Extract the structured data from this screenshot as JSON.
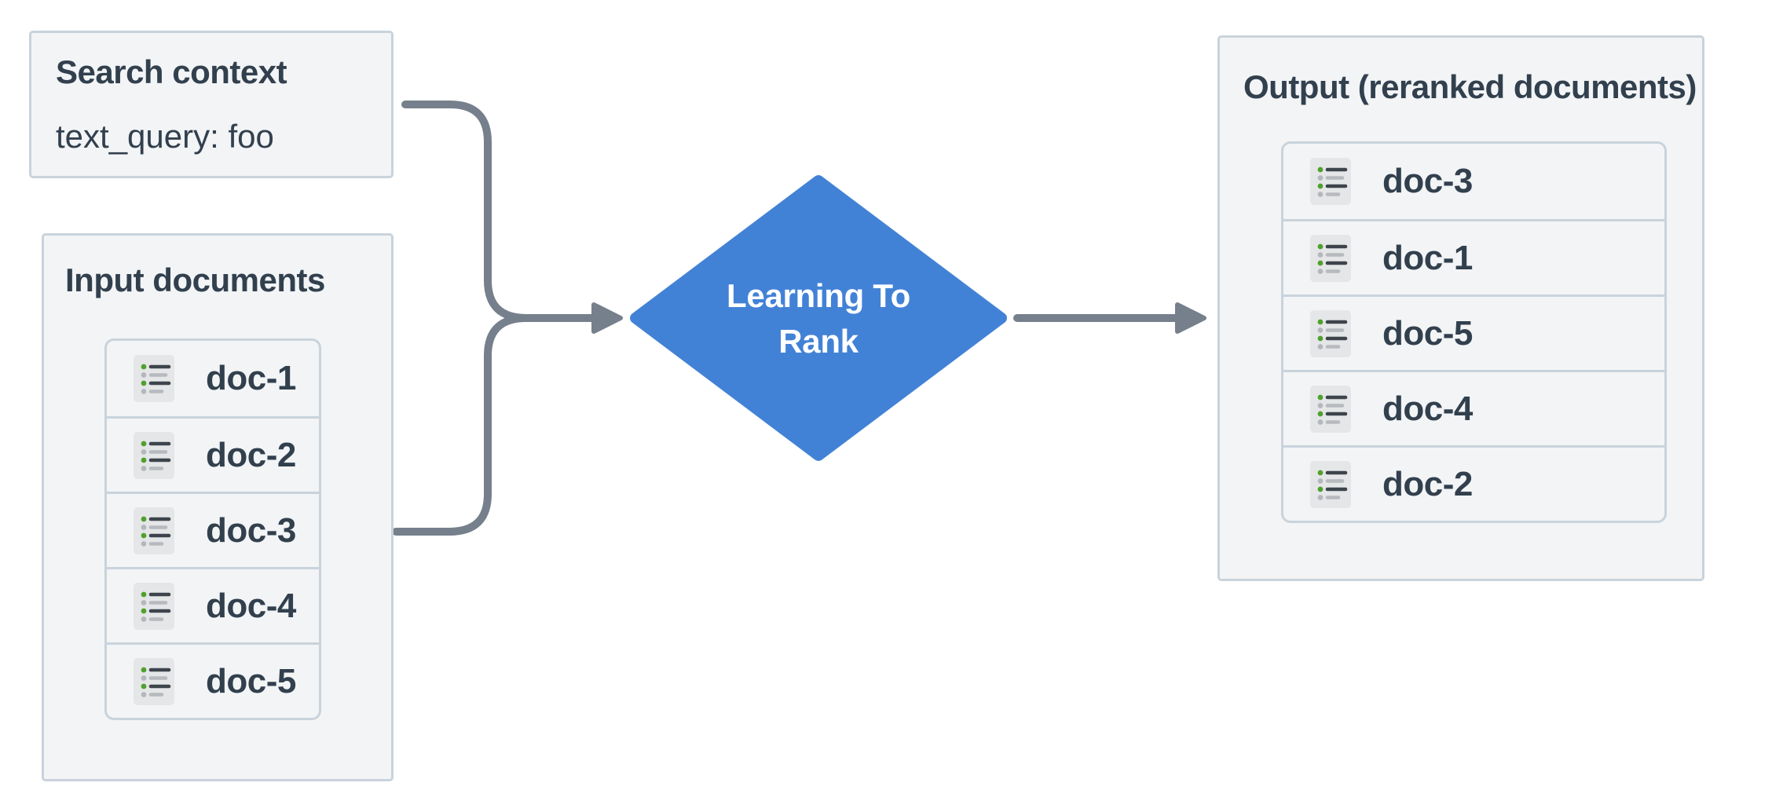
{
  "search_context": {
    "title": "Search context",
    "query": "text_query: foo"
  },
  "input_documents": {
    "title": "Input documents",
    "items": [
      "doc-1",
      "doc-2",
      "doc-3",
      "doc-4",
      "doc-5"
    ]
  },
  "processor": {
    "label_line1": "Learning To",
    "label_line2": "Rank"
  },
  "output": {
    "title": "Output (reranked documents)",
    "items": [
      "doc-3",
      "doc-1",
      "doc-5",
      "doc-4",
      "doc-2"
    ]
  },
  "colors": {
    "diamond_blue": "#4282d6",
    "arrow_gray": "#76808c",
    "box_background": "#f2f4f6",
    "box_border": "#c9d3dc",
    "text_dark": "#32404e",
    "icon_background": "#e5e6e8",
    "icon_line_dark": "#3d444c",
    "icon_line_gray": "#b7babe",
    "icon_dot_green": "#50a02d",
    "icon_dot_gray": "#b4b8bc"
  }
}
